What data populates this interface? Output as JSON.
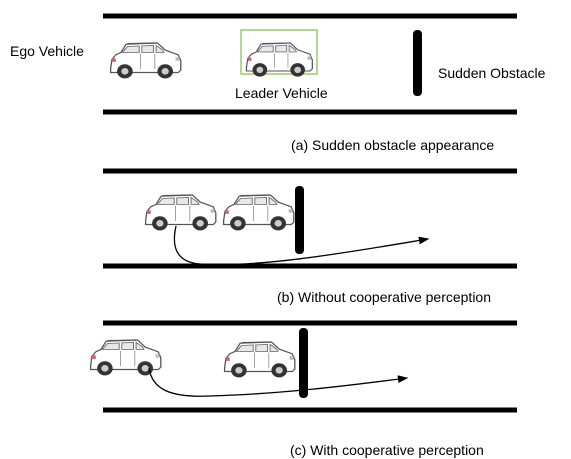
{
  "panels": {
    "a": {
      "ego_label": "Ego Vehicle",
      "leader_label": "Leader Vehicle",
      "obstacle_label": "Sudden Obstacle",
      "caption": "(a) Sudden obstacle appearance"
    },
    "b": {
      "caption": "(b) Without cooperative perception"
    },
    "c": {
      "caption": "(c) With cooperative perception"
    }
  },
  "colors": {
    "road_line": "#000000",
    "obstacle": "#000000",
    "leader_highlight": "#9ccc65",
    "car_body": "#ffffff",
    "car_outline": "#555555"
  },
  "icons": [
    "car-icon",
    "obstacle-bar",
    "trajectory-arrow"
  ]
}
